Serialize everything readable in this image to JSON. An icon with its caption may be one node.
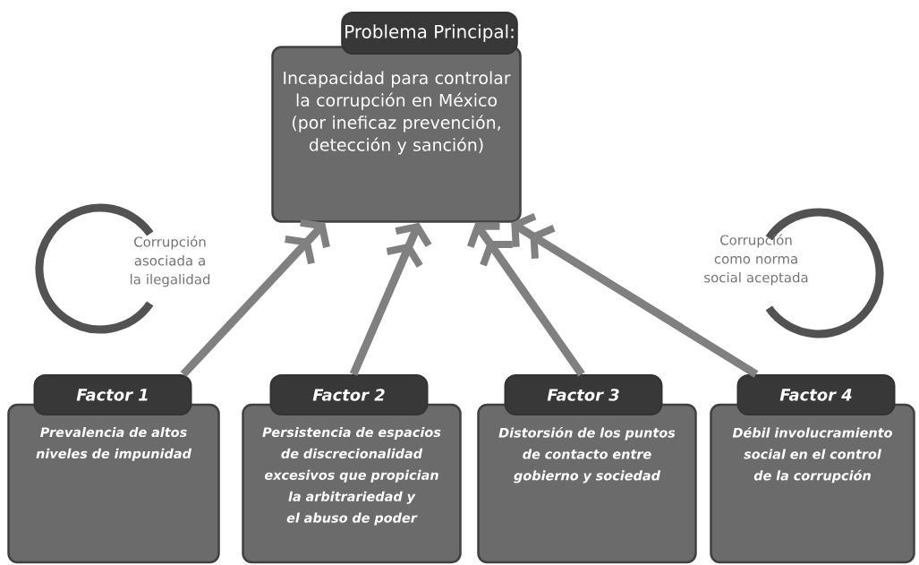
{
  "diagram": {
    "nodes": [
      {
        "text": [
          "Problema Principal:",
          "Incapacidad para controlar la corrupción en México (por ineficaz prevención, detección y sanción)"
        ]
      },
      {
        "text": [
          "Factor 1",
          "Prevalencia de altos niveles de impunidad"
        ]
      },
      {
        "text": [
          "Factor 2",
          "Persistencia de espacios de discrecionalidad excesivos que propician la arbitrariedad y el abuso de poder"
        ]
      },
      {
        "text": [
          "Factor 3",
          "Distorsión de los puntos de contacto entre gobierno y sociedad"
        ]
      },
      {
        "text": [
          "Factor 4",
          "Débil involucramiento social en el control de la corrupción"
        ]
      },
      {
        "text": [
          "Corrupción asociada a la ilegalidad"
        ]
      },
      {
        "text": [
          "Corrupción como norma social aceptada"
        ]
      }
    ],
    "edges": [
      {
        "from": 1,
        "to": 0,
        "arrow": "to"
      },
      {
        "from": 2,
        "to": 0,
        "arrow": "to"
      },
      {
        "from": 3,
        "to": 0,
        "arrow": "to"
      },
      {
        "from": 4,
        "to": 0,
        "arrow": "to"
      }
    ]
  }
}
